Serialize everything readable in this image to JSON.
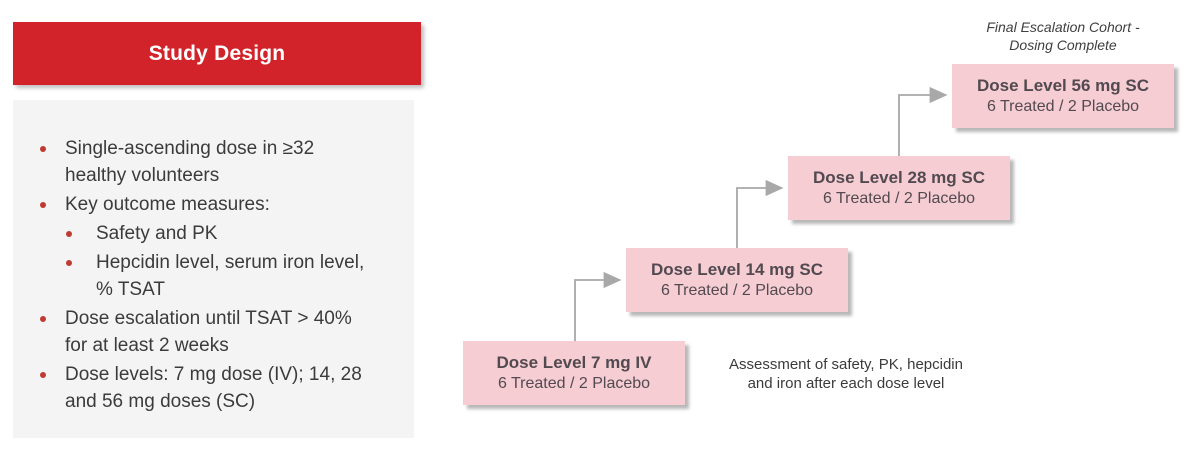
{
  "header": {
    "title": "Study Design"
  },
  "panel": {
    "bullets": [
      {
        "level": 1,
        "text": "Single-ascending dose in ≥32\nhealthy volunteers"
      },
      {
        "level": 1,
        "text": "Key outcome measures:"
      },
      {
        "level": 2,
        "text": "Safety and PK"
      },
      {
        "level": 2,
        "text": "Hepcidin level, serum iron level,\n% TSAT"
      },
      {
        "level": 1,
        "text": "Dose escalation until TSAT > 40%\nfor at least 2 weeks"
      },
      {
        "level": 1,
        "text": "Dose levels: 7 mg dose (IV); 14, 28\nand 56 mg doses (SC)"
      }
    ]
  },
  "diagram": {
    "final_note": "Final Escalation Cohort -\nDosing Complete",
    "assessment_note": "Assessment of safety, PK, hepcidin\nand iron after each dose level",
    "boxes": [
      {
        "title": "Dose Level 7 mg IV",
        "subtitle": "6 Treated / 2 Placebo"
      },
      {
        "title": "Dose Level 14 mg SC",
        "subtitle": "6 Treated / 2 Placebo"
      },
      {
        "title": "Dose Level 28 mg SC",
        "subtitle": "6 Treated / 2 Placebo"
      },
      {
        "title": "Dose Level 56 mg SC",
        "subtitle": "6 Treated / 2 Placebo"
      }
    ]
  },
  "colors": {
    "red": "#d2232a",
    "pink": "#f5cdd3",
    "panel": "#f4f4f5",
    "arrow": "#a8a8a8",
    "bullet": "#be3b32",
    "text": "#3b3b3b",
    "boxtext": "#524a50",
    "note": "#3f3f3f"
  }
}
